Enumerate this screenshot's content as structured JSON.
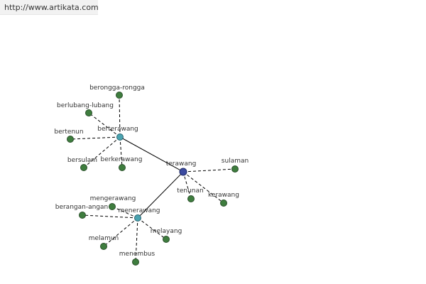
{
  "header": {
    "url": "http://www.artikata.com"
  },
  "graph": {
    "center": "terawang",
    "hubs": [
      "berterawang",
      "menerawang"
    ],
    "leaves": [
      "berongga-rongga",
      "berlubang-lubang",
      "bertenun",
      "bersulam",
      "berkerawang",
      "sulaman",
      "tenunan",
      "kerawang",
      "mengerawang",
      "berangan-angan",
      "melamun",
      "menembus",
      "melayang"
    ],
    "colors": {
      "center": "#3b4aa0",
      "hub": "#4aa3b0",
      "leaf": "#3e7d3e",
      "edge": "#000000"
    }
  }
}
